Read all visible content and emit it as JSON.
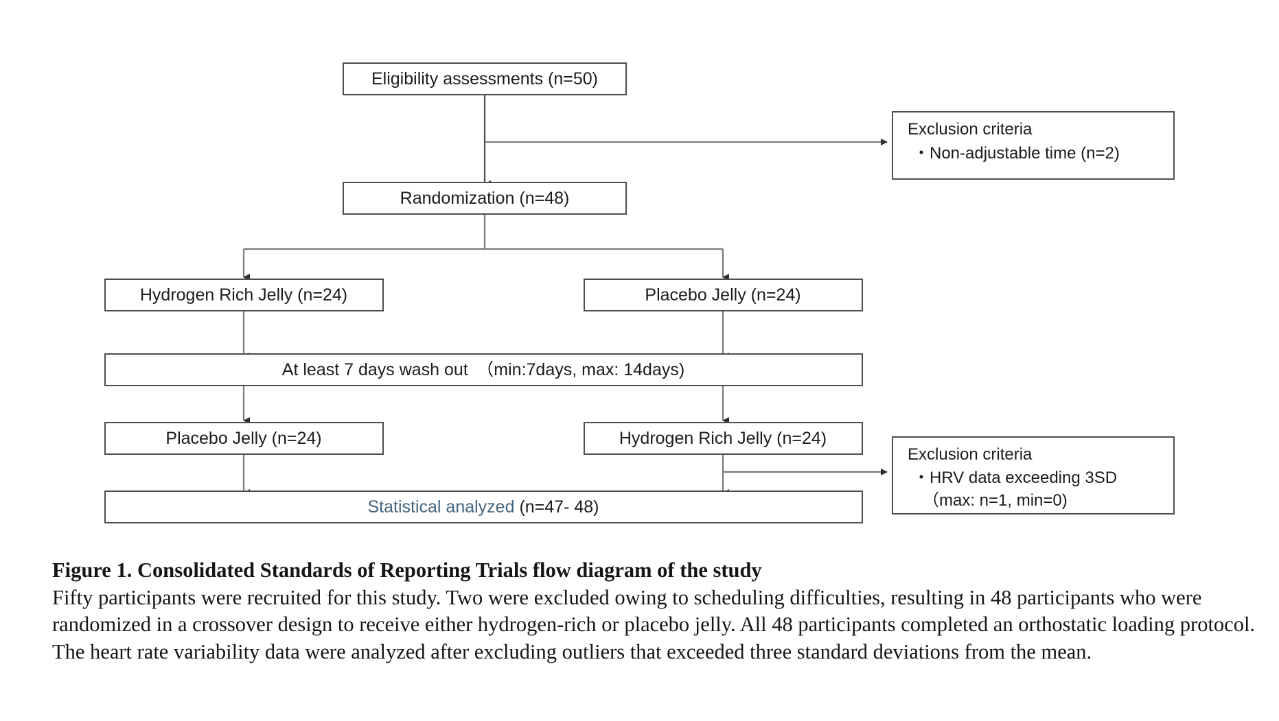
{
  "figure": {
    "nodes": {
      "eligibility": "Eligibility assessments (n=50)",
      "randomization": "Randomization (n=48)",
      "arm1_left": "Hydrogen Rich Jelly (n=24)",
      "arm1_right": "Placebo Jelly (n=24)",
      "washout": "At least 7 days wash out　（min:7days, max: 14days)",
      "arm2_left": "Placebo Jelly (n=24)",
      "arm2_right": "Hydrogen Rich Jelly (n=24)",
      "analyzed_accent": "Statistical analyzed",
      "analyzed_rest": " (n=47- 48)"
    },
    "exclusion_1": {
      "title": "Exclusion criteria",
      "item_1": "・Non-adjustable time (n=2)"
    },
    "exclusion_2": {
      "title": "Exclusion criteria",
      "item_1": "・HRV data exceeding 3SD",
      "item_2": "（max: n=1, min=0)"
    },
    "colors": {
      "accent": "#44657f",
      "box_border": "#4d4d4d",
      "connector": "#7a7a7a"
    }
  },
  "caption": {
    "title": "Figure 1. Consolidated Standards of Reporting Trials flow diagram of the study",
    "body": "Fifty participants were recruited for this study. Two were excluded owing to scheduling difficulties, resulting in 48 participants who were randomized in a crossover design to receive either hydrogen-rich or placebo jelly. All 48 participants completed an orthostatic loading protocol. The heart rate variability data were analyzed after excluding outliers that exceeded three standard deviations from the mean."
  }
}
